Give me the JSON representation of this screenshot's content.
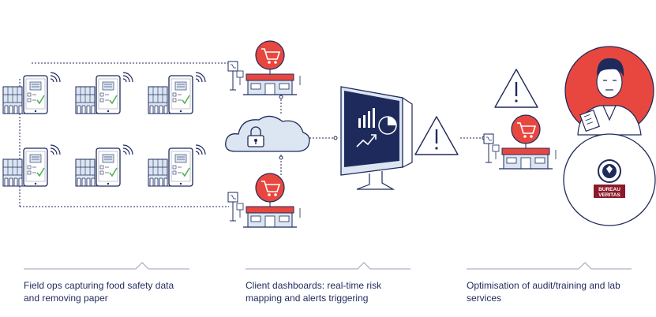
{
  "captions": [
    {
      "line1": "Field ops capturing food safety data",
      "line2": "and removing paper"
    },
    {
      "line1": "Client dashboards: real-time risk",
      "line2": "mapping and alerts triggering"
    },
    {
      "line1": "Optimisation of audit/training and lab",
      "line2": "services"
    }
  ],
  "logo": {
    "line1": "BUREAU",
    "line2": "VERITAS"
  },
  "colors": {
    "navy": "#1f2a5c",
    "red": "#e8473f",
    "light_blue": "#dbe6f2",
    "green": "#4cb050",
    "grey_line": "#9aa1b5"
  },
  "icons": [
    "tablet-icon",
    "wifi-icon",
    "store-icon",
    "shopping-cart-icon",
    "cloud-icon",
    "padlock-icon",
    "monitor-icon",
    "bar-chart-icon",
    "pie-chart-icon",
    "trend-arrow-icon",
    "warning-icon",
    "inspector-icon",
    "clipboard-icon",
    "bureau-veritas-logo"
  ]
}
